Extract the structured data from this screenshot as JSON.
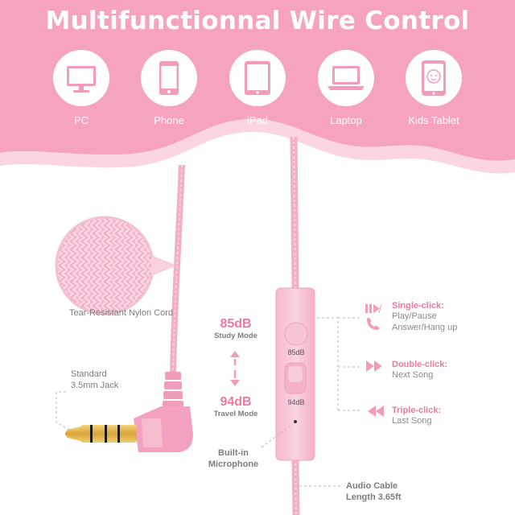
{
  "title": "Multifunctionnal Wire Control",
  "devices": [
    {
      "label": "PC",
      "icon": "pc-icon"
    },
    {
      "label": "Phone",
      "icon": "phone-icon"
    },
    {
      "label": "iPad",
      "icon": "ipad-icon"
    },
    {
      "label": "Laptop",
      "icon": "laptop-icon"
    },
    {
      "label": "Kids Tablet",
      "icon": "kids-tablet-icon"
    }
  ],
  "nylon": {
    "label": "Tear-Resistant Nylon Cord"
  },
  "jack": {
    "line1": "Standard",
    "line2": "3.5mm Jack"
  },
  "modes": {
    "study": {
      "value": "85dB",
      "label": "Study Mode"
    },
    "travel": {
      "value": "94dB",
      "label": "Travel Mode"
    }
  },
  "remote": {
    "btn_top": "85dB",
    "btn_bottom": "94dB"
  },
  "mic": {
    "line1": "Built-in",
    "line2": "Microphone"
  },
  "functions": [
    {
      "title": "Single-click:",
      "lines": [
        "Play/Pause",
        "Answer/Hang up"
      ],
      "icon": "play-pause-call-icon"
    },
    {
      "title": "Double-click:",
      "lines": [
        "Next Song"
      ],
      "icon": "next-song-icon"
    },
    {
      "title": "Triple-click:",
      "lines": [
        "Last Song"
      ],
      "icon": "last-song-icon"
    }
  ],
  "cable": {
    "line1": "Audio Cable",
    "line2": "Length 3.65ft"
  },
  "colors": {
    "pink": "#f6a3c0",
    "cable": "#f4b6cc",
    "text_pink": "#e87b9f",
    "gold": "#e3b341"
  }
}
